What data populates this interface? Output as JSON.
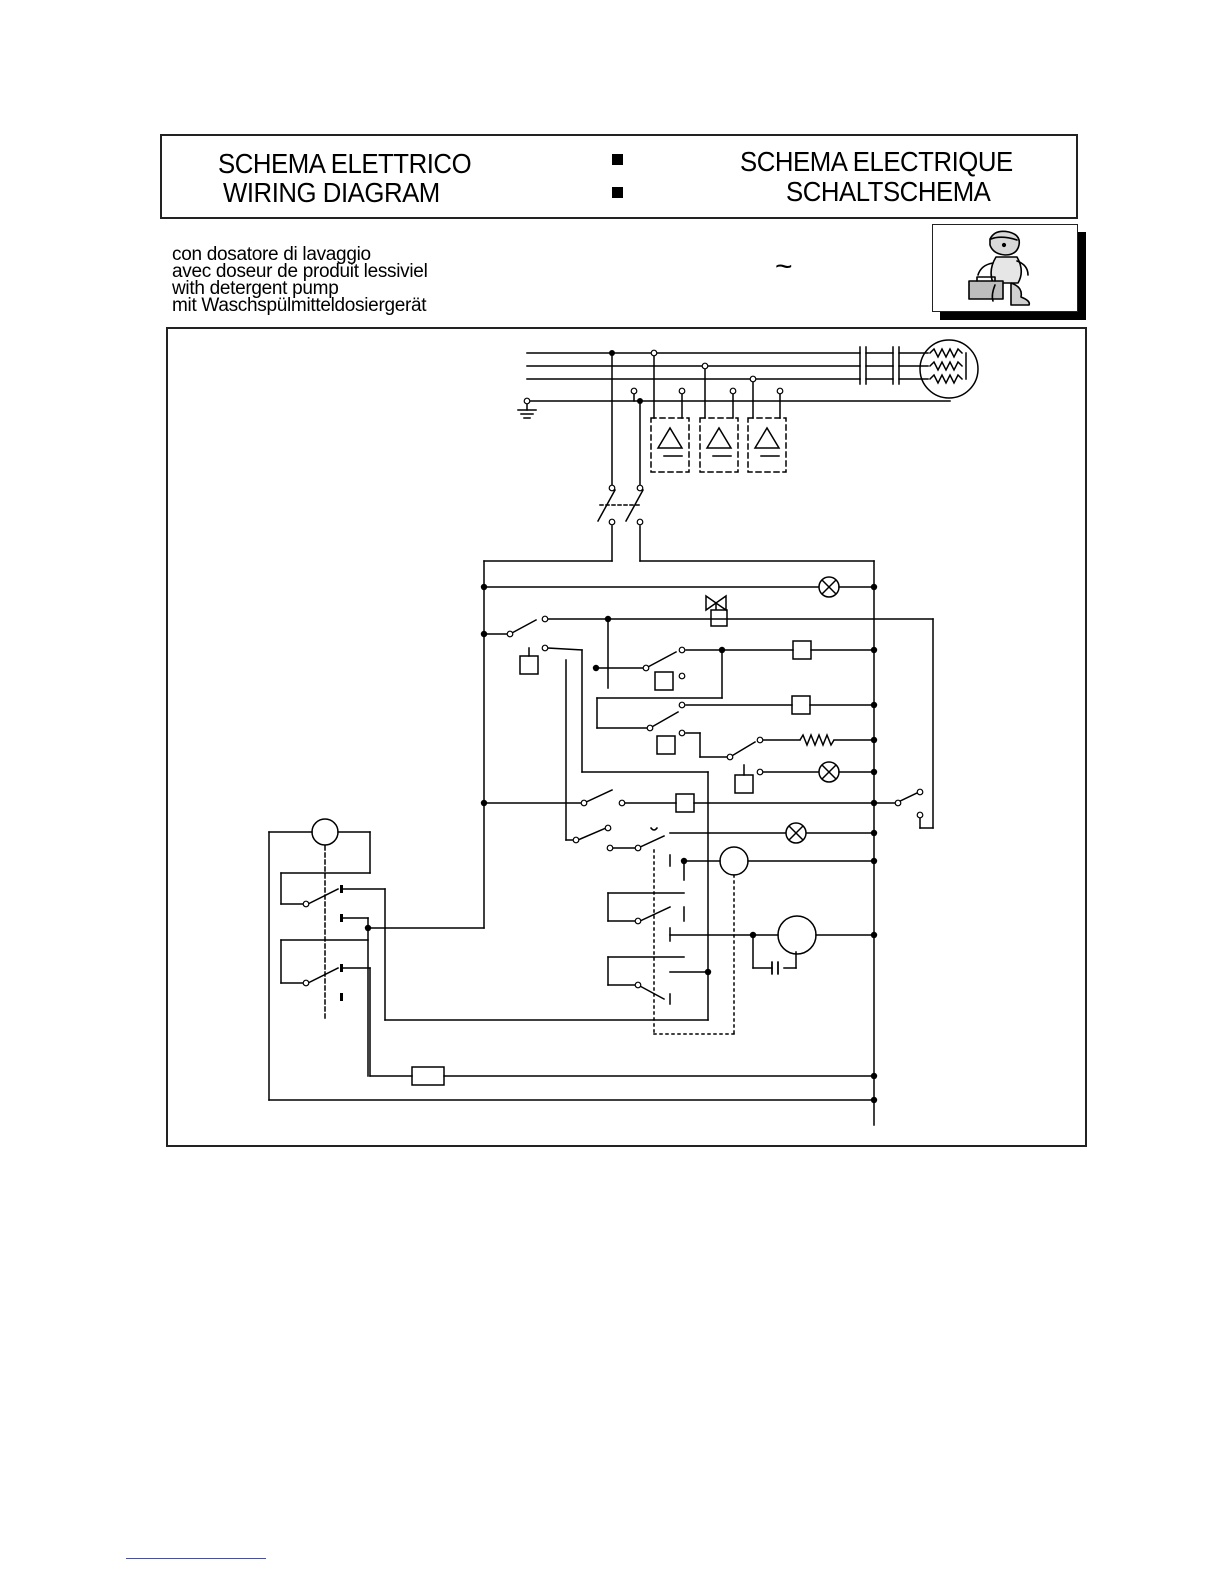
{
  "header": {
    "title_it": "SCHEMA  ELETTRICO",
    "title_en": "WIRING  DIAGRAM",
    "title_fr": "SCHEMA  ELECTRIQUE",
    "title_de": "SCHALTSCHEMA"
  },
  "subtitle": {
    "line_it": "con dosatore di lavaggio",
    "line_fr": "avec doseur de produit lessiviel",
    "line_en": "with detergent pump",
    "line_de": "mit Waschspülmitteldosiergerät"
  },
  "supply_symbol": "~",
  "icons": [
    "technician-mascot-icon",
    "ground-icon",
    "lamp-icon",
    "motor-icon",
    "solenoid-valve-icon",
    "resistor-icon",
    "capacitor-icon"
  ],
  "colors": {
    "line": "#000000",
    "footer_rule": "#3b4bd6"
  }
}
